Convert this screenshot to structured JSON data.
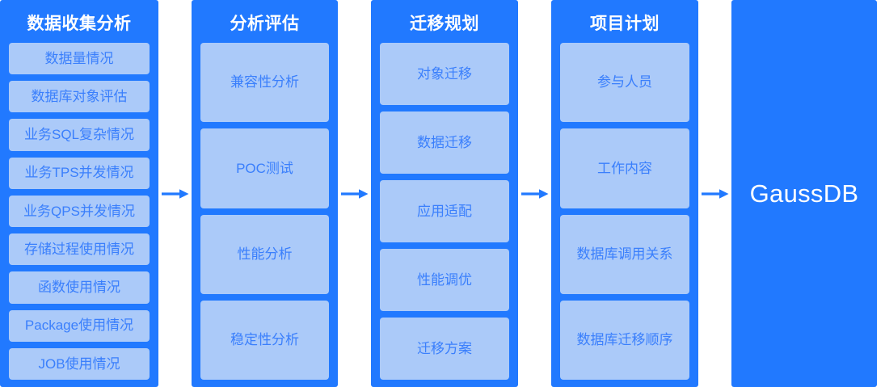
{
  "diagram": {
    "type": "process-flow",
    "colors": {
      "panel_blue": "#2179ff",
      "item_blue": "#abcaf9",
      "item_text_blue": "#3a7ffc",
      "title_text": "#ffffff",
      "arrow": "#2179ff",
      "background": "#ffffff"
    },
    "stages": [
      {
        "title": "数据收集分析",
        "items": [
          "数据量情况",
          "数据库对象评估",
          "业务SQL复杂情况",
          "业务TPS并发情况",
          "业务QPS并发情况",
          "存储过程使用情况",
          "函数使用情况",
          "Package使用情况",
          "JOB使用情况"
        ]
      },
      {
        "title": "分析评估",
        "items": [
          "兼容性分析",
          "POC测试",
          "性能分析",
          "稳定性分析"
        ]
      },
      {
        "title": "迁移规划",
        "items": [
          "对象迁移",
          "数据迁移",
          "应用适配",
          "性能调优",
          "迁移方案"
        ]
      },
      {
        "title": "项目计划",
        "items": [
          "参与人员",
          "工作内容",
          "数据库调用关系",
          "数据库迁移顺序"
        ]
      }
    ],
    "arrows": [
      {
        "name": "arrow-1",
        "direction": "right"
      },
      {
        "name": "arrow-2",
        "direction": "right"
      },
      {
        "name": "arrow-3",
        "direction": "right"
      },
      {
        "name": "arrow-4",
        "direction": "right"
      }
    ],
    "terminal": {
      "label": "GaussDB"
    }
  }
}
